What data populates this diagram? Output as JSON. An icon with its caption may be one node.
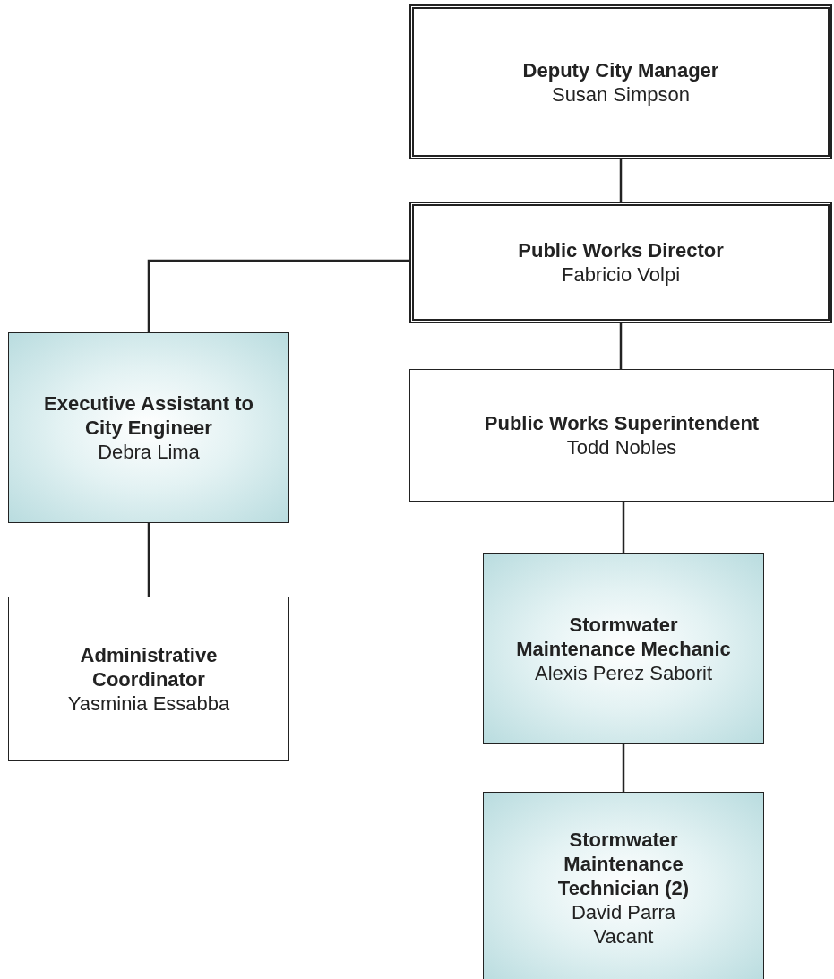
{
  "diagram": {
    "nodes": [
      {
        "text": [
          "Deputy City Manager",
          "Susan Simpson"
        ]
      },
      {
        "text": [
          "Public Works Director",
          "Fabricio Volpi"
        ]
      },
      {
        "text": [
          "Executive Assistant to City Engineer",
          "Debra Lima"
        ]
      },
      {
        "text": [
          "Public Works Superintendent",
          "Todd Nobles"
        ]
      },
      {
        "text": [
          "Administrative Coordinator",
          "Yasminia Essabba"
        ]
      },
      {
        "text": [
          "Stormwater Maintenance Mechanic",
          "Alexis Perez Saborit"
        ]
      },
      {
        "text": [
          "Stormwater Maintenance Technician (2)",
          "David Parra",
          "Vacant"
        ]
      }
    ],
    "edges": [
      {
        "from": 0,
        "to": 1,
        "arrow": "none"
      },
      {
        "from": 1,
        "to": 2,
        "arrow": "none"
      },
      {
        "from": 1,
        "to": 3,
        "arrow": "none"
      },
      {
        "from": 2,
        "to": 4,
        "arrow": "none"
      },
      {
        "from": 3,
        "to": 5,
        "arrow": "none"
      },
      {
        "from": 5,
        "to": 6,
        "arrow": "none"
      }
    ]
  }
}
